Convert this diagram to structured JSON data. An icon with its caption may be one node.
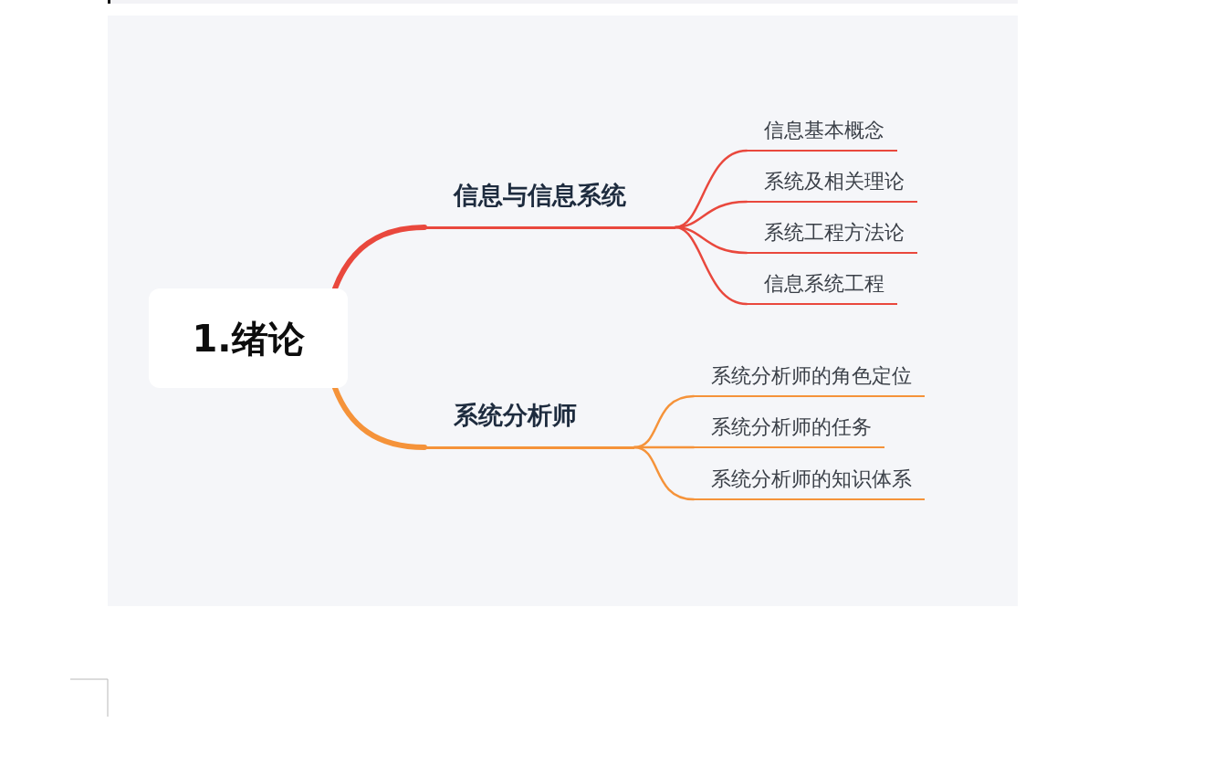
{
  "diagram": {
    "nodes": [
      {
        "text": [
          "1.绪论"
        ]
      },
      {
        "text": [
          "信息与信息系统"
        ]
      },
      {
        "text": [
          "系统分析师"
        ]
      },
      {
        "text": [
          "信息基本概念"
        ]
      },
      {
        "text": [
          "系统及相关理论"
        ]
      },
      {
        "text": [
          "系统工程方法论"
        ]
      },
      {
        "text": [
          "信息系统工程"
        ]
      },
      {
        "text": [
          "系统分析师的角色定位"
        ]
      },
      {
        "text": [
          "系统分析师的任务"
        ]
      },
      {
        "text": [
          "系统分析师的知识体系"
        ]
      }
    ],
    "edges": [
      {
        "from": 0,
        "to": 1,
        "arrow": "none",
        "style": "thick"
      },
      {
        "from": 0,
        "to": 2,
        "arrow": "none",
        "style": "thick",
        "color": "#f5933a"
      },
      {
        "from": 1,
        "to": 3,
        "arrow": "none"
      },
      {
        "from": 1,
        "to": 4,
        "arrow": "none"
      },
      {
        "from": 1,
        "to": 5,
        "arrow": "none"
      },
      {
        "from": 1,
        "to": 6,
        "arrow": "none"
      },
      {
        "from": 2,
        "to": 7,
        "arrow": "none",
        "color": "#f5933a"
      },
      {
        "from": 2,
        "to": 8,
        "arrow": "none",
        "color": "#f5933a"
      },
      {
        "from": 2,
        "to": 9,
        "arrow": "none",
        "color": "#f5933a"
      }
    ]
  }
}
